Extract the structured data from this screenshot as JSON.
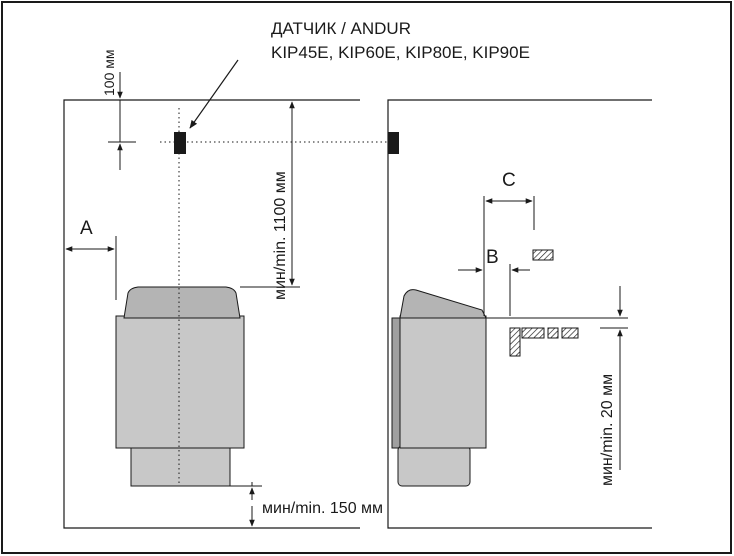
{
  "sensor_heading": {
    "line1": "ДАТЧИК / ANDUR",
    "line2": "KIP45E, KIP60E, KIP80E, KIP90E"
  },
  "dimensions": {
    "top_gap": "100 мм",
    "sensor_height": "мин/min. 1100 мм",
    "floor_gap": "мин/min. 150 мм",
    "side_gap": "мин/min. 20 мм"
  },
  "clearance_letters": {
    "a": "A",
    "b": "B",
    "c": "C"
  },
  "colors": {
    "line": "#1a1a1a",
    "heater_body": "#c8c8c8",
    "heater_top": "#b4b4b4",
    "heater_shadow": "#a0a0a0"
  }
}
